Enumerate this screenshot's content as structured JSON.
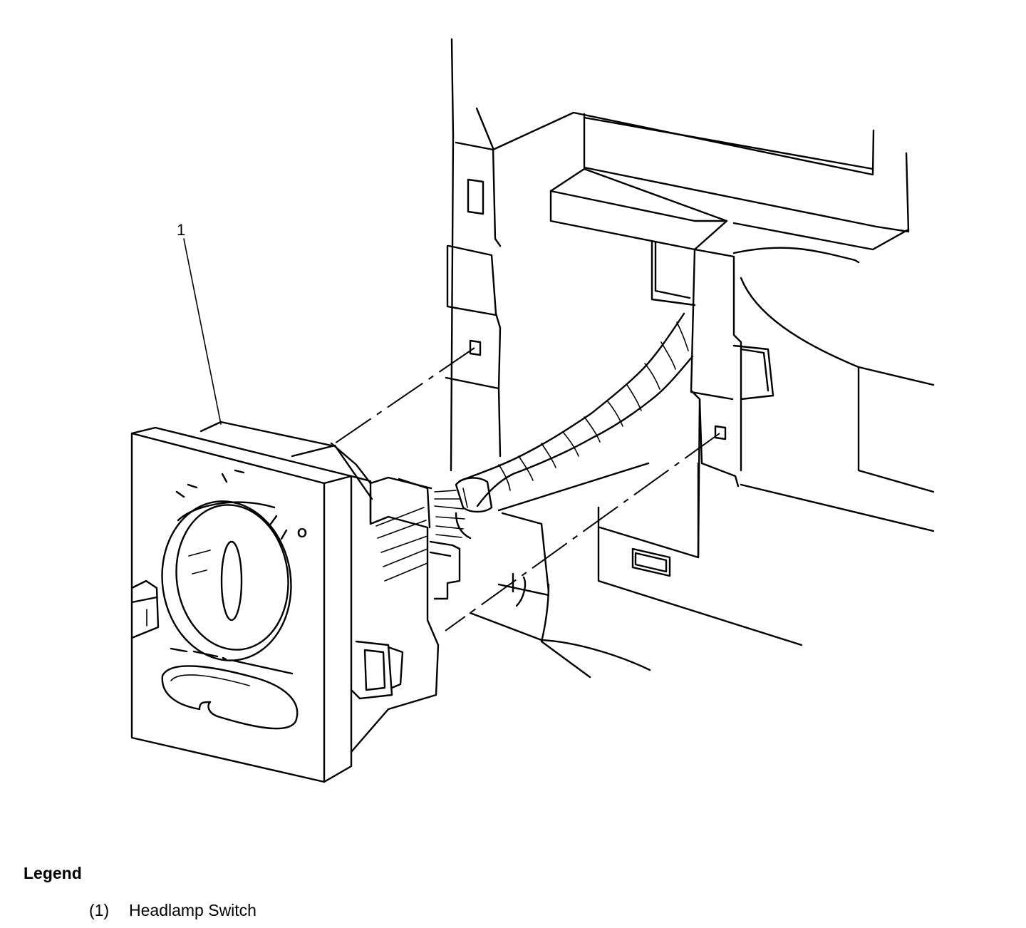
{
  "diagram": {
    "callout": "1",
    "dial_marks": [
      "O"
    ]
  },
  "legend": {
    "title": "Legend",
    "items": [
      {
        "number": "(1)",
        "label": "Headlamp Switch"
      }
    ]
  }
}
